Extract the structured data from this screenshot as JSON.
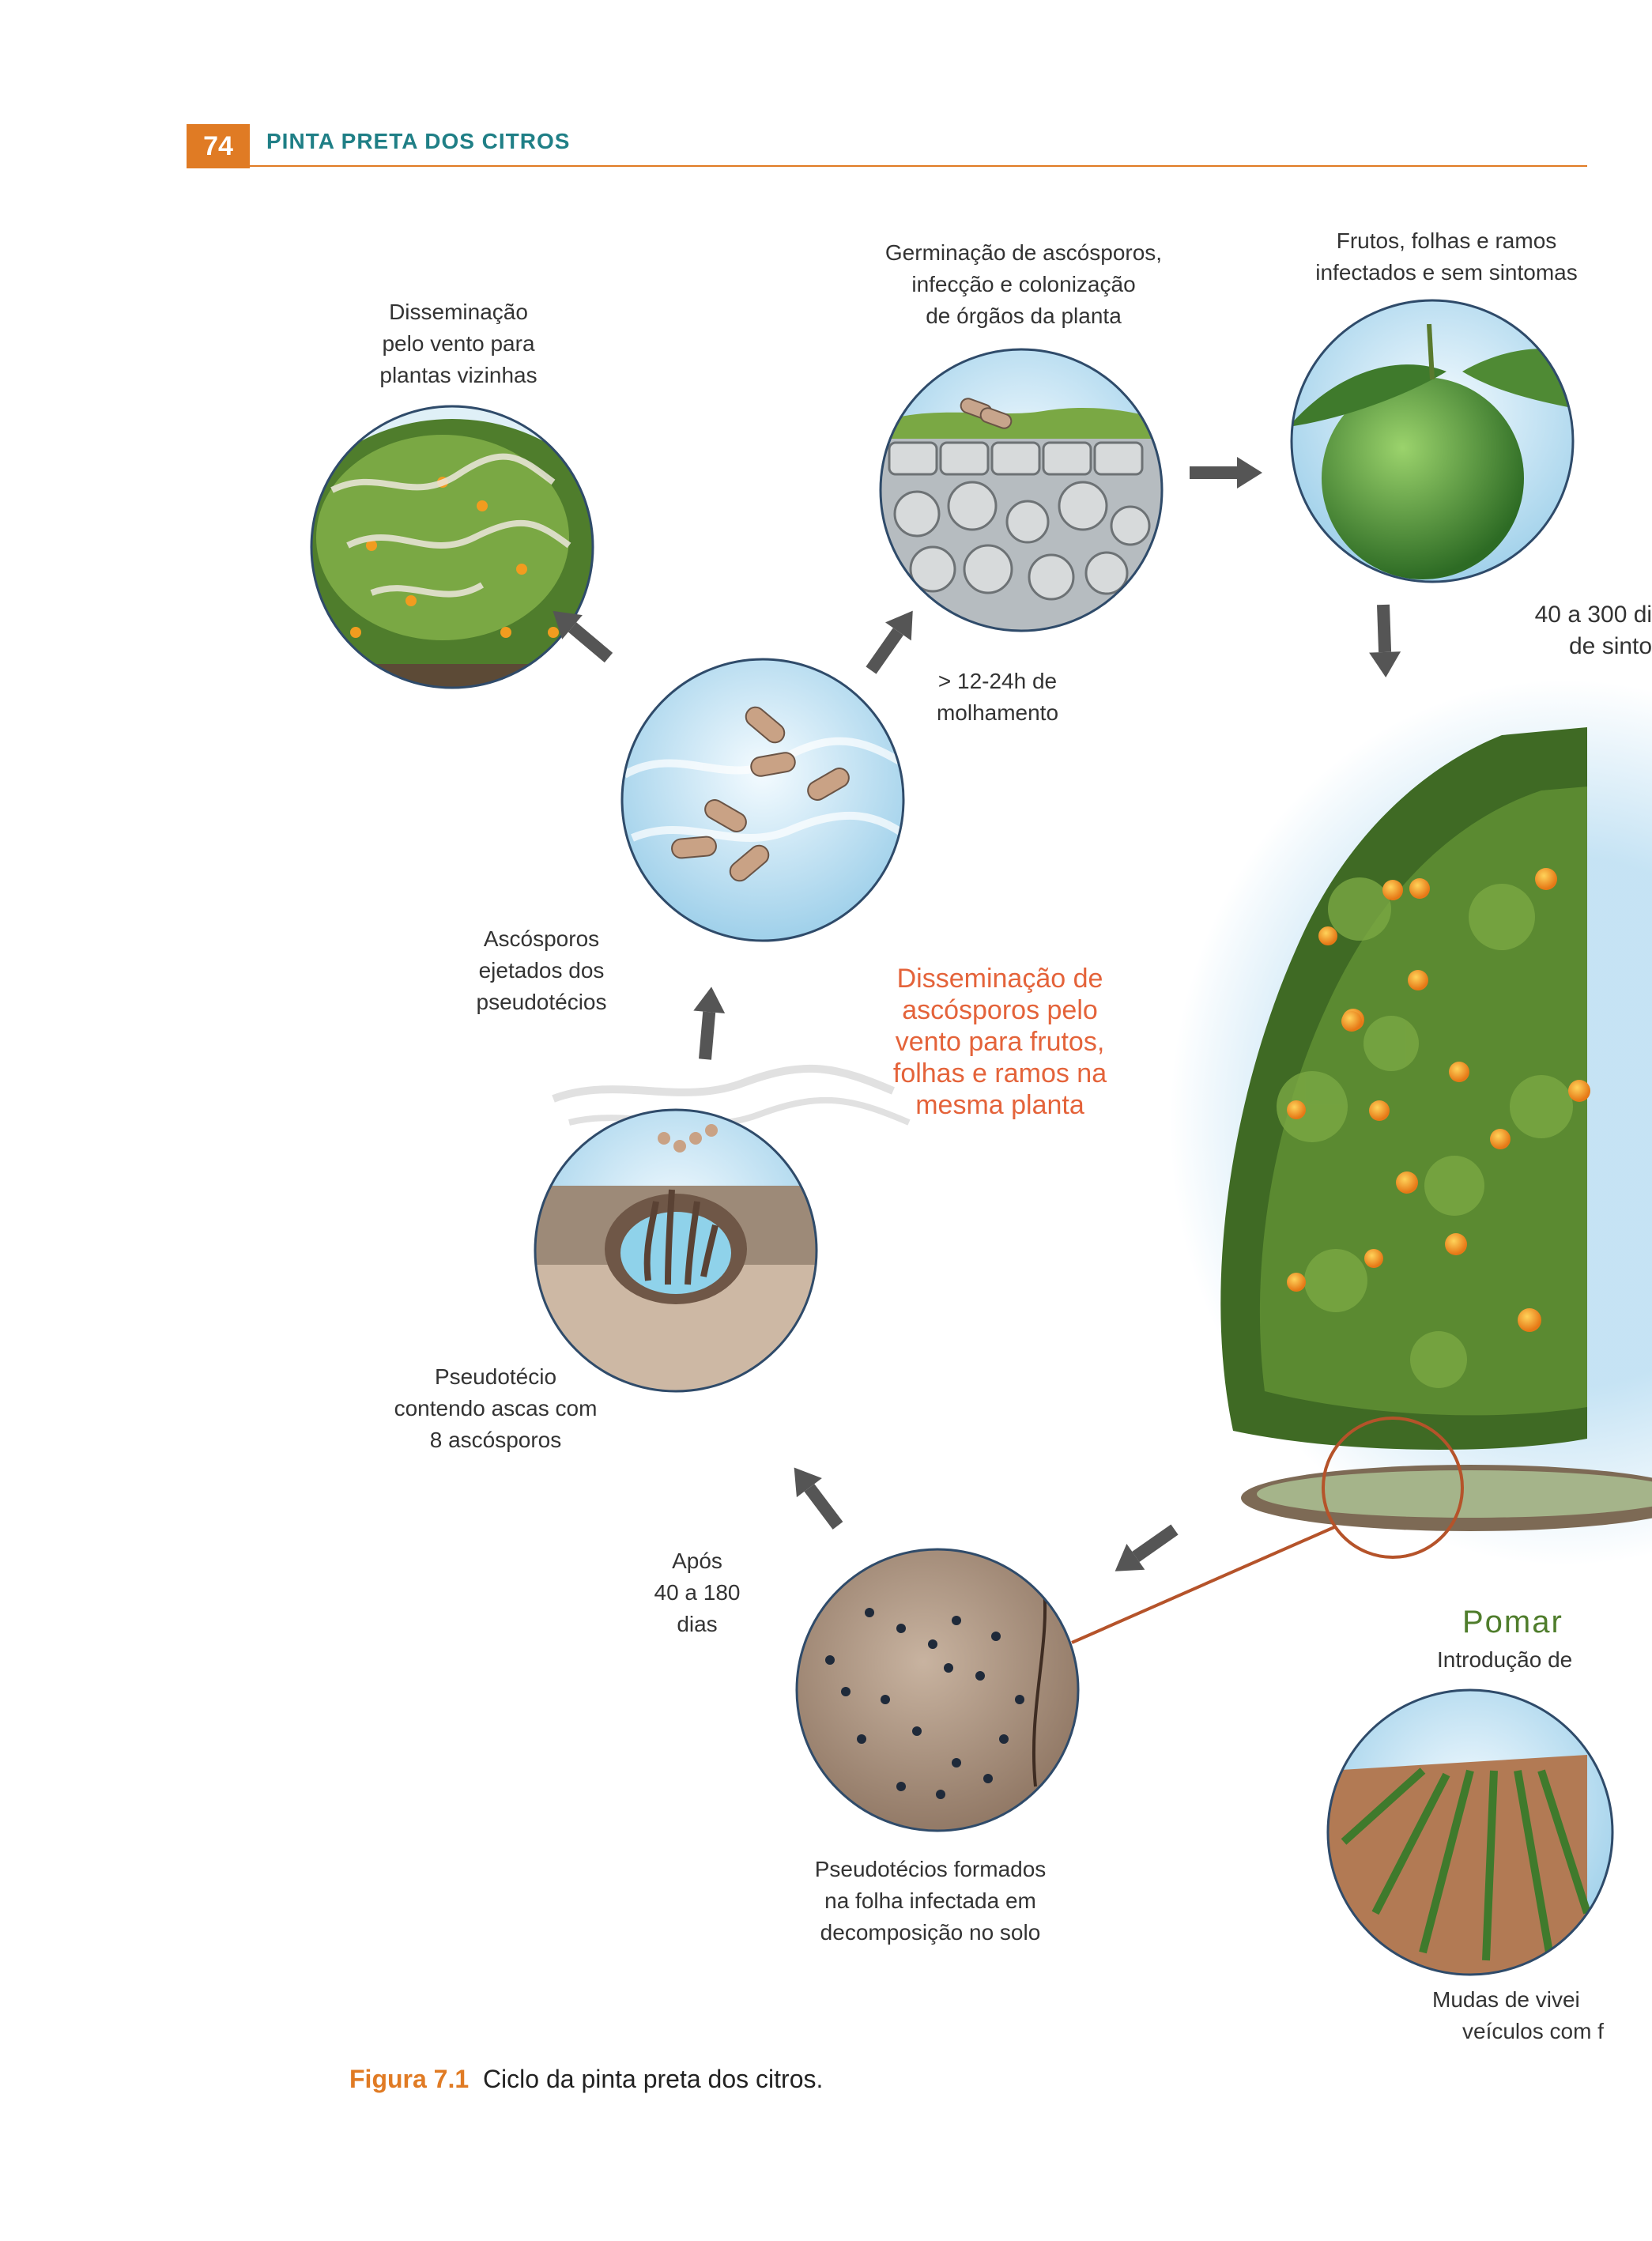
{
  "header": {
    "page_number": "74",
    "title": "PINTA PRETA DOS CITROS",
    "accent": "#e07b24",
    "title_color": "#1f7f86"
  },
  "labels": {
    "wind_neighbors": [
      "Disseminação",
      "pelo vento para",
      "plantas vizinhas"
    ],
    "germination": [
      "Germinação de ascósporos,",
      "infecção e colonização",
      "de órgãos da planta"
    ],
    "infected_no_symptoms": [
      "Frutos, folhas e ramos",
      "infectados e sem sintomas"
    ],
    "wetness": [
      "> 12-24h de",
      "molhamento"
    ],
    "days_symptoms": [
      "40 a 300 di",
      "de sinto"
    ],
    "ascospores_ejected": [
      "Ascósporos",
      "ejetados dos",
      "pseudotécios"
    ],
    "same_plant": [
      "Disseminação de",
      "ascósporos pelo",
      "vento para frutos,",
      "folhas e ramos na",
      "mesma planta"
    ],
    "pseudothecium": [
      "Pseudotécio",
      "contendo ascas com",
      "8 ascósporos"
    ],
    "after_days": [
      "Após",
      "40 a 180",
      "dias"
    ],
    "pseudothecia_formed": [
      "Pseudotécios formados",
      "na folha infectada em",
      "decomposição no solo"
    ],
    "orchard_title": "Pomar",
    "orchard_sub": "Introdução de",
    "seedlings": [
      "Mudas de vivei",
      "veículos com f"
    ]
  },
  "caption": {
    "label": "Figura 7.1",
    "text": "Ciclo da pinta preta dos citros."
  },
  "colors": {
    "arrow": "#555555",
    "red_text": "#e4633a",
    "green_title": "#4f7d2c",
    "link_line": "#b5532a"
  }
}
